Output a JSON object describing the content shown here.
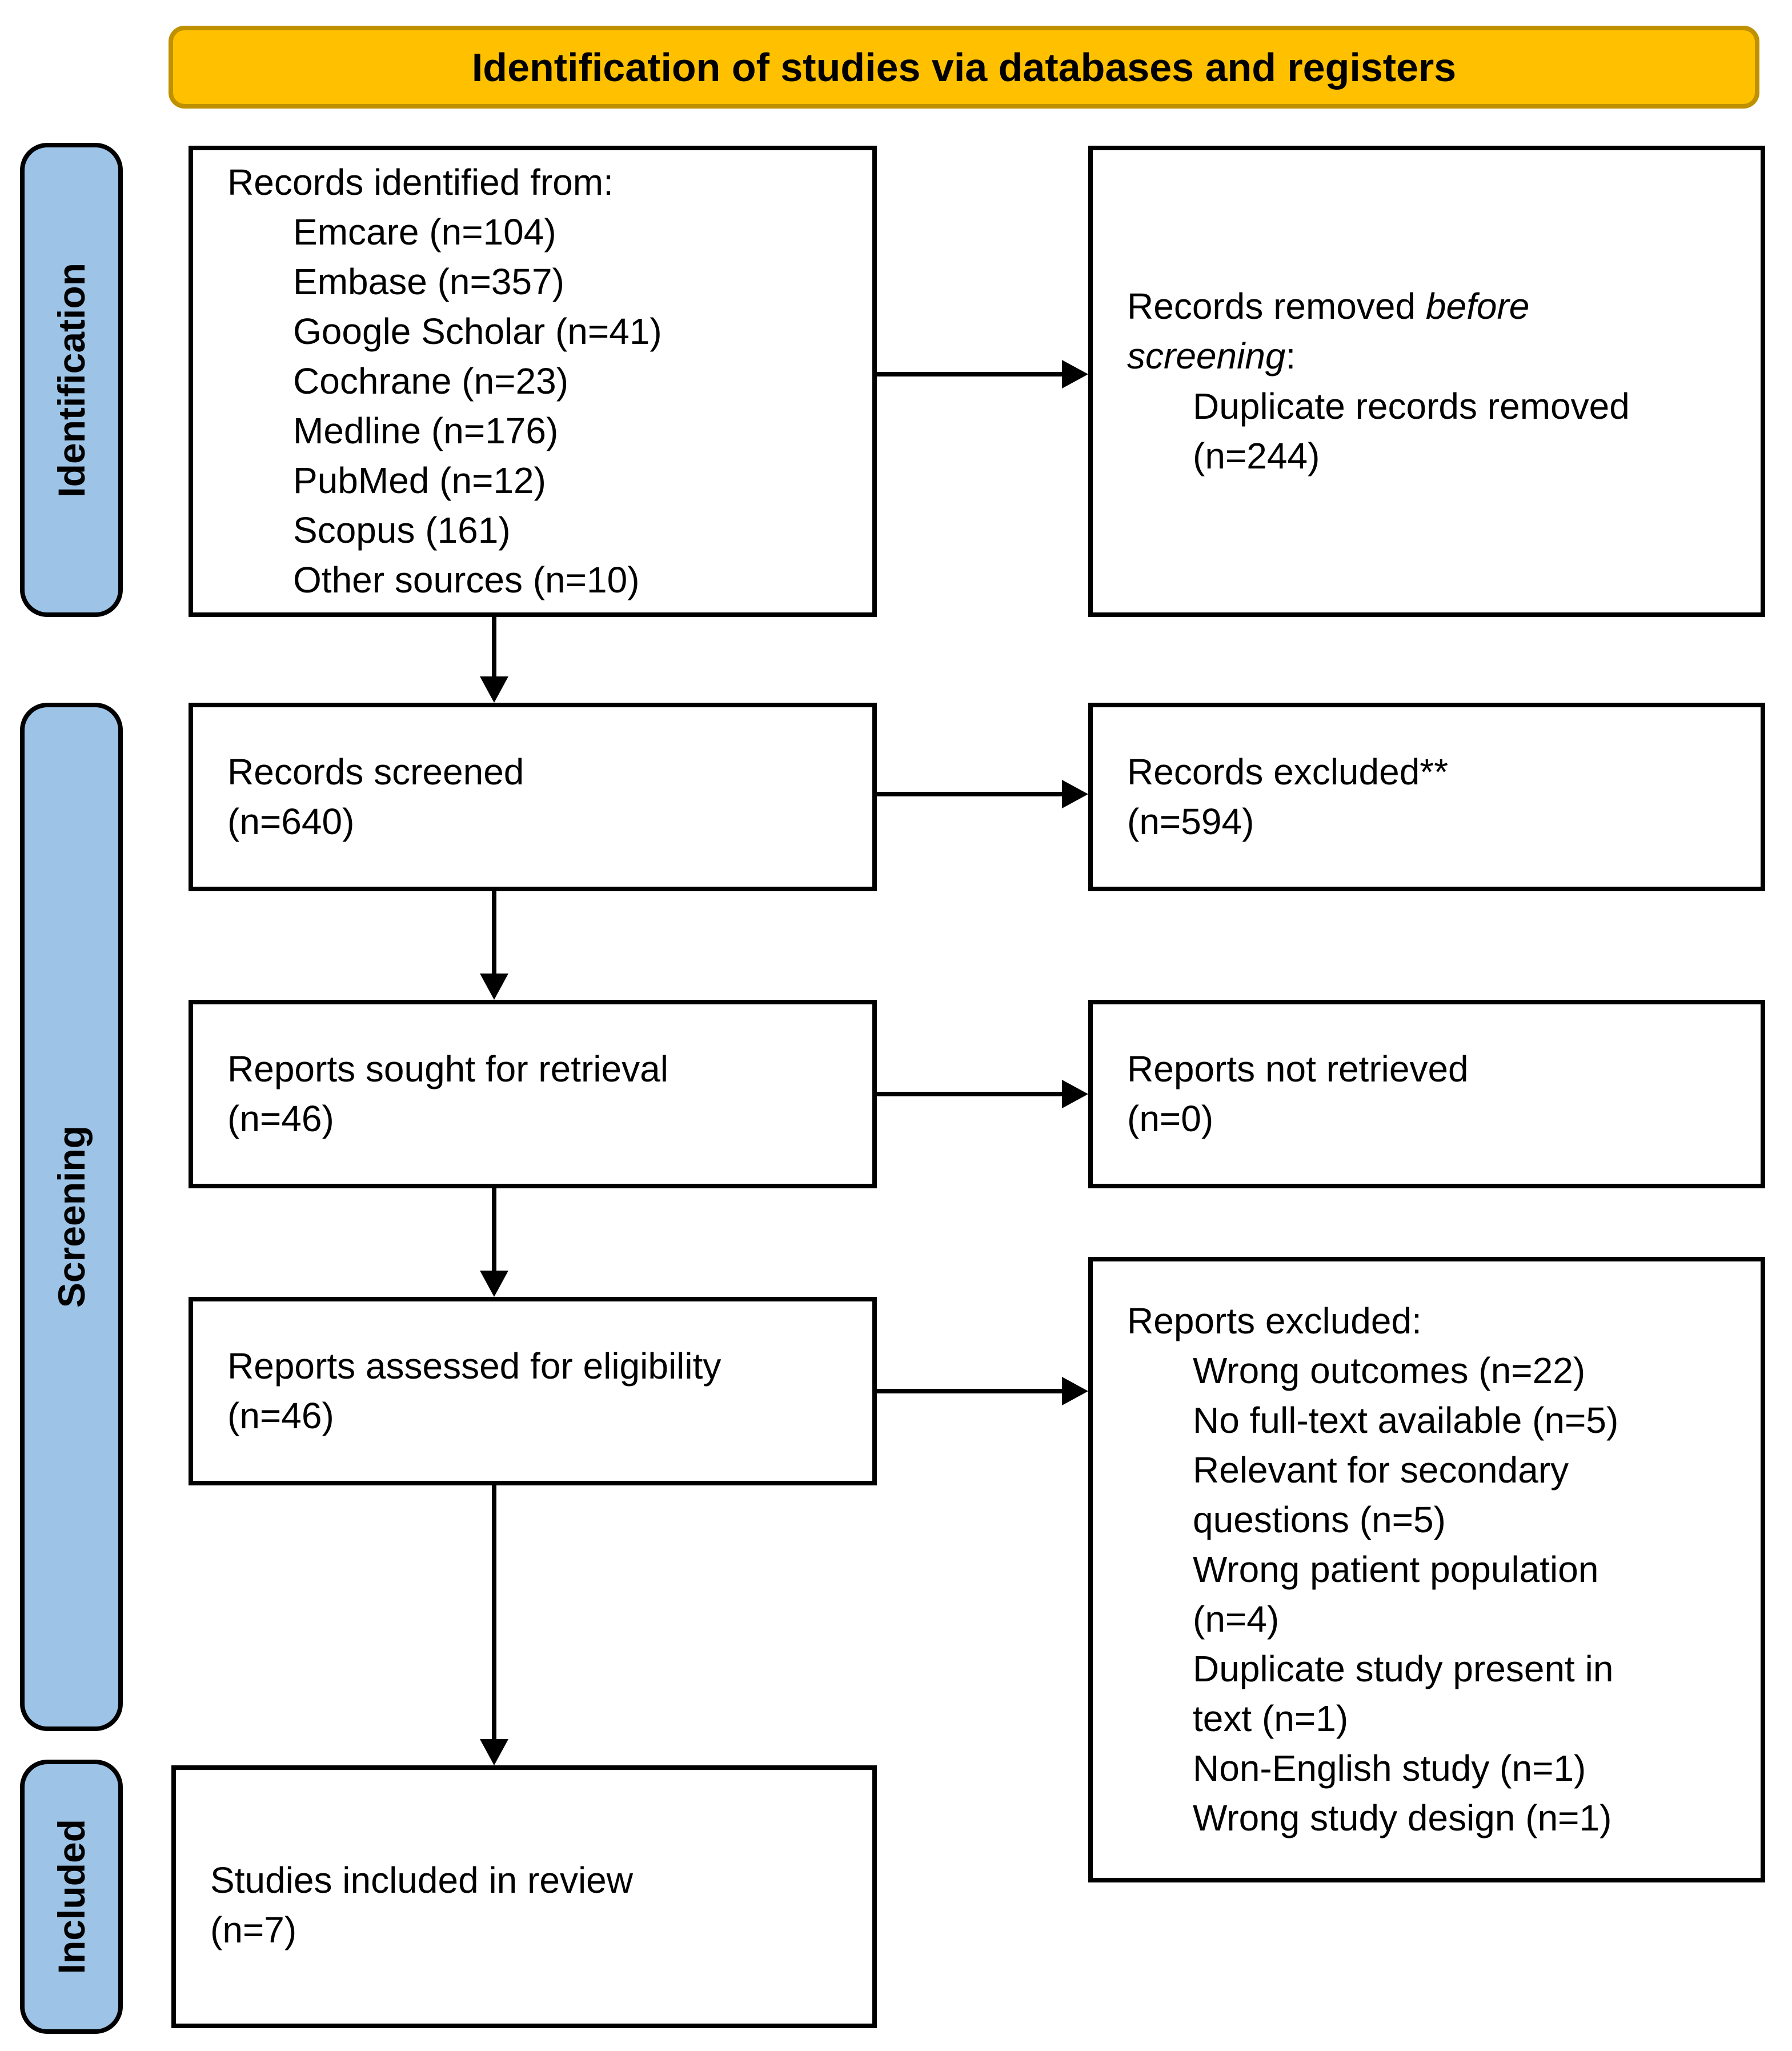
{
  "banner": {
    "title": "Identification of studies via databases and registers"
  },
  "sidebar": {
    "identification": "Identification",
    "screening": "Screening",
    "included": "Included"
  },
  "boxes": {
    "records_identified": {
      "title": "Records identified from:",
      "items": [
        "Emcare (n=104)",
        "Embase (n=357)",
        "Google Scholar (n=41)",
        "Cochrane (n=23)",
        "Medline (n=176)",
        "PubMed (n=12)",
        "Scopus (161)",
        "Other sources (n=10)"
      ]
    },
    "records_removed": {
      "title_prefix": "Records removed ",
      "title_italic": "before screening",
      "title_suffix": ":",
      "item": "Duplicate records removed\n(n=244)"
    },
    "records_screened": {
      "text": "Records screened\n(n=640)"
    },
    "records_excluded": {
      "text": "Records excluded**\n(n=594)"
    },
    "reports_sought": {
      "text": "Reports sought for retrieval\n(n=46)"
    },
    "reports_not_retrieved": {
      "text": "Reports not retrieved\n(n=0)"
    },
    "reports_assessed": {
      "text": "Reports assessed for eligibility\n(n=46)"
    },
    "reports_excluded": {
      "title": "Reports excluded:",
      "items": [
        "Wrong outcomes (n=22)",
        "No full-text available (n=5)",
        "Relevant for secondary\nquestions (n=5)",
        "Wrong patient population\n(n=4)",
        "Duplicate study present in\ntext (n=1)",
        "Non-English study (n=1)",
        "Wrong study design (n=1)"
      ]
    },
    "studies_included": {
      "text": "Studies included in review\n(n=7)"
    }
  },
  "colors": {
    "banner_fill": "#FFC000",
    "banner_border": "#BF9000",
    "sidebar_fill": "#9DC3E6"
  }
}
